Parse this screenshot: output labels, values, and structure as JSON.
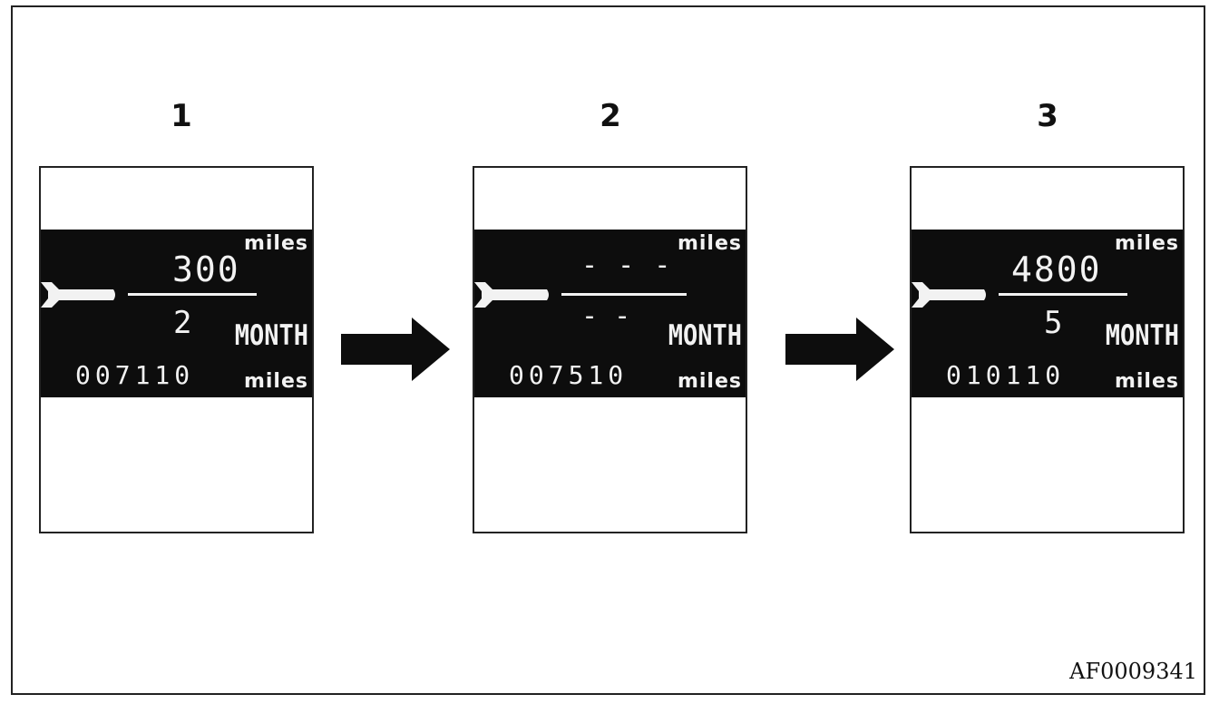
{
  "steps": [
    {
      "number": "1",
      "top_unit": "miles",
      "distance": "300",
      "months": "2",
      "month_label": "MONTH",
      "odometer": "007110",
      "odometer_unit": "miles"
    },
    {
      "number": "2",
      "top_unit": "miles",
      "distance": "- - -",
      "months": "- -",
      "month_label": "MONTH",
      "odometer": "007510",
      "odometer_unit": "miles"
    },
    {
      "number": "3",
      "top_unit": "miles",
      "distance": "4800",
      "months": "5",
      "month_label": "MONTH",
      "odometer": "010110",
      "odometer_unit": "miles"
    }
  ],
  "icons": {
    "service": "wrench-icon",
    "next": "arrow-right-icon"
  },
  "figure_code": "AF0009341"
}
